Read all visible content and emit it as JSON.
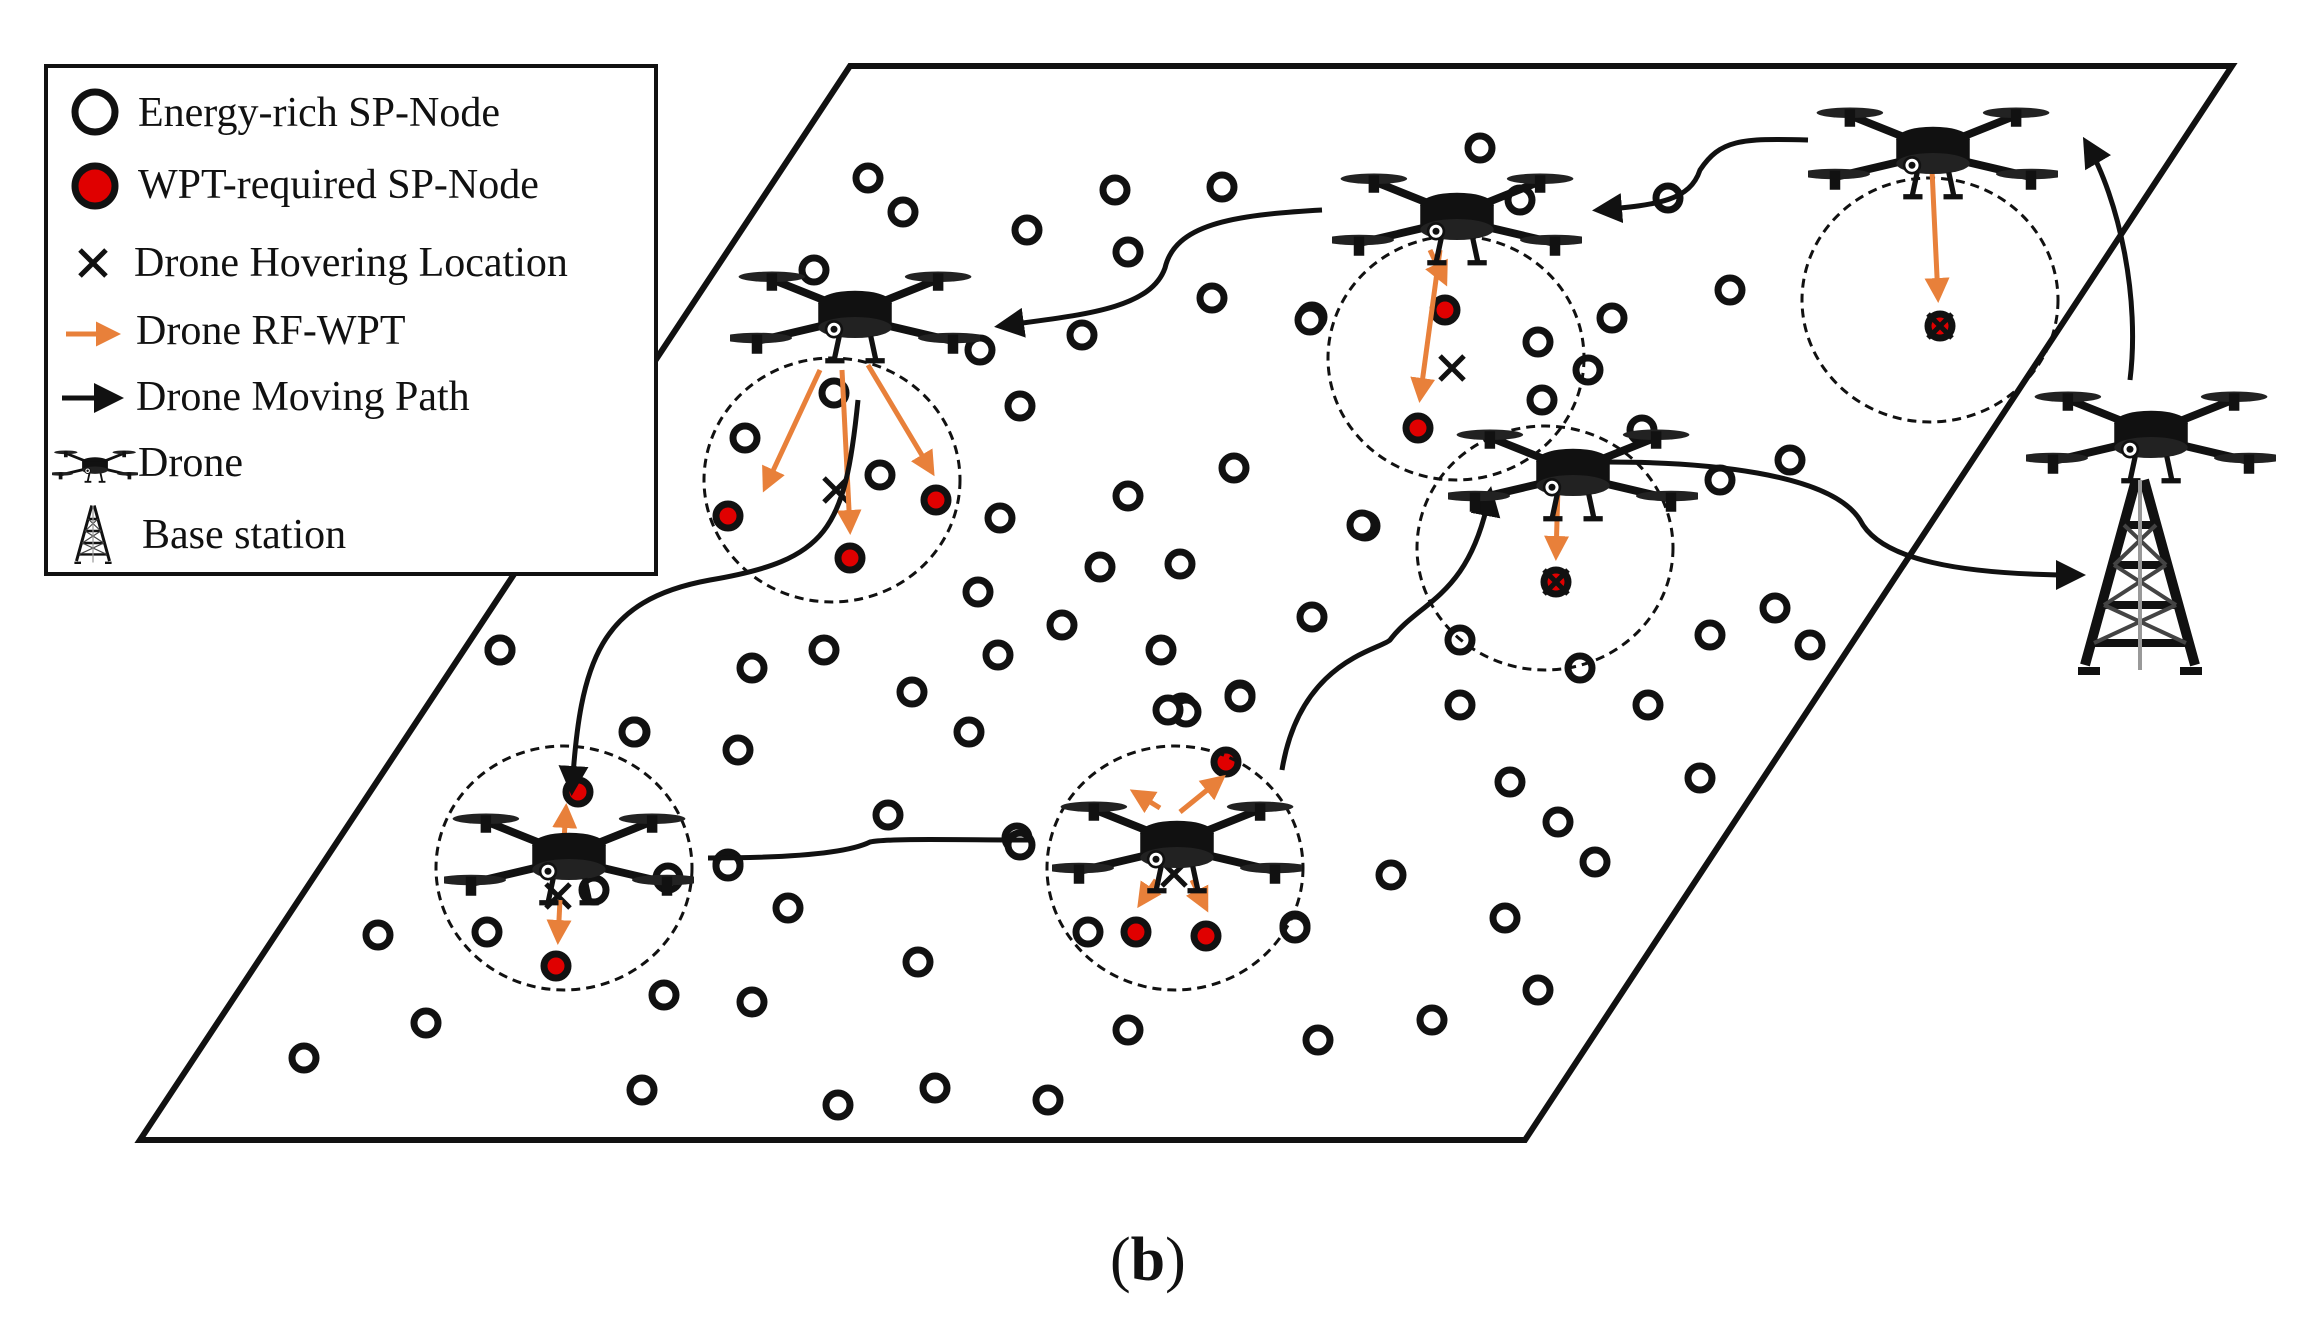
{
  "legend": {
    "items": [
      {
        "label": "Energy-rich SP-Node",
        "icon": "energy-rich-node-icon"
      },
      {
        "label": "WPT-required SP-Node",
        "icon": "wpt-required-node-icon"
      },
      {
        "label": "Drone Hovering Location",
        "icon": "hover-location-icon"
      },
      {
        "label": "Drone RF-WPT",
        "icon": "rf-wpt-arrow-icon"
      },
      {
        "label": "Drone Moving Path",
        "icon": "moving-path-arrow-icon"
      },
      {
        "label": "Drone",
        "icon": "drone-icon"
      },
      {
        "label": "Base station",
        "icon": "base-station-icon"
      }
    ]
  },
  "caption": {
    "open": "(",
    "letter": "b",
    "close": ")"
  },
  "colors": {
    "wpt_node_fill": "#e00000",
    "rf_wpt_arrow": "#e8803a",
    "outline": "#111111"
  }
}
